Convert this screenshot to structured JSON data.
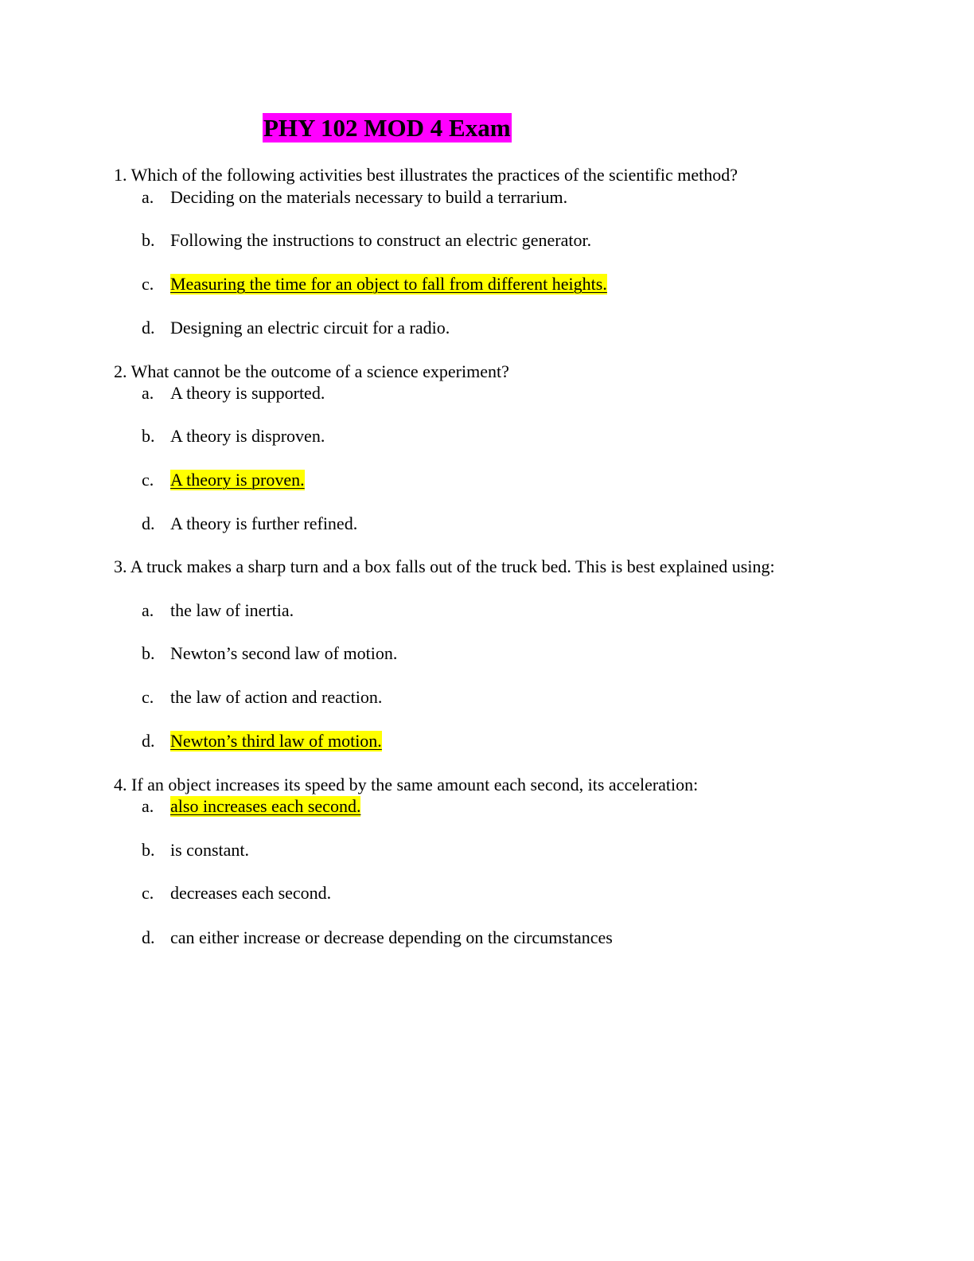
{
  "title": "PHY 102 MOD 4 Exam",
  "colors": {
    "title_highlight": "#ff00ff",
    "answer_highlight": "#ffff00"
  },
  "questions": [
    {
      "number": "1.",
      "text": "Which of the following activities best illustrates the practices of the scientific method?",
      "options": [
        {
          "letter": "a.",
          "text": "Deciding on the materials necessary to build a terrarium.",
          "highlighted": false
        },
        {
          "letter": "b.",
          "text": "Following the instructions to construct an electric generator.",
          "highlighted": false
        },
        {
          "letter": "c.",
          "text": "Measuring the time for an object to fall from different heights.",
          "highlighted": true
        },
        {
          "letter": "d.",
          "text": "Designing an electric circuit for a radio.",
          "highlighted": false
        }
      ]
    },
    {
      "number": "2.",
      "text": "What cannot be the outcome of a science experiment?",
      "options": [
        {
          "letter": "a.",
          "text": "A theory is supported.",
          "highlighted": false
        },
        {
          "letter": "b.",
          "text": "A theory is disproven.",
          "highlighted": false
        },
        {
          "letter": "c.",
          "text": "A theory is proven.",
          "highlighted": true
        },
        {
          "letter": "d.",
          "text": "A theory is further refined.",
          "highlighted": false
        }
      ]
    },
    {
      "number": "3.",
      "text": "A truck makes a sharp turn and a box falls out of the truck bed. This is best explained using:",
      "options": [
        {
          "letter": "a.",
          "text": "the law of inertia.",
          "highlighted": false
        },
        {
          "letter": "b.",
          "text": "Newton’s second law of motion.",
          "highlighted": false
        },
        {
          "letter": "c.",
          "text": "the law of action and reaction.",
          "highlighted": false
        },
        {
          "letter": "d.",
          "text": "Newton’s third law of motion.",
          "highlighted": true
        }
      ]
    },
    {
      "number": "4.",
      "text": "If an object increases its speed by the same amount each second, its acceleration:",
      "options": [
        {
          "letter": "a.",
          "text": "also increases each second.",
          "highlighted": true
        },
        {
          "letter": "b.",
          "text": "is constant.",
          "highlighted": false
        },
        {
          "letter": "c.",
          "text": "decreases each second.",
          "highlighted": false
        },
        {
          "letter": "d.",
          "text": "can either increase or decrease depending on the circumstances",
          "highlighted": false
        }
      ]
    }
  ]
}
